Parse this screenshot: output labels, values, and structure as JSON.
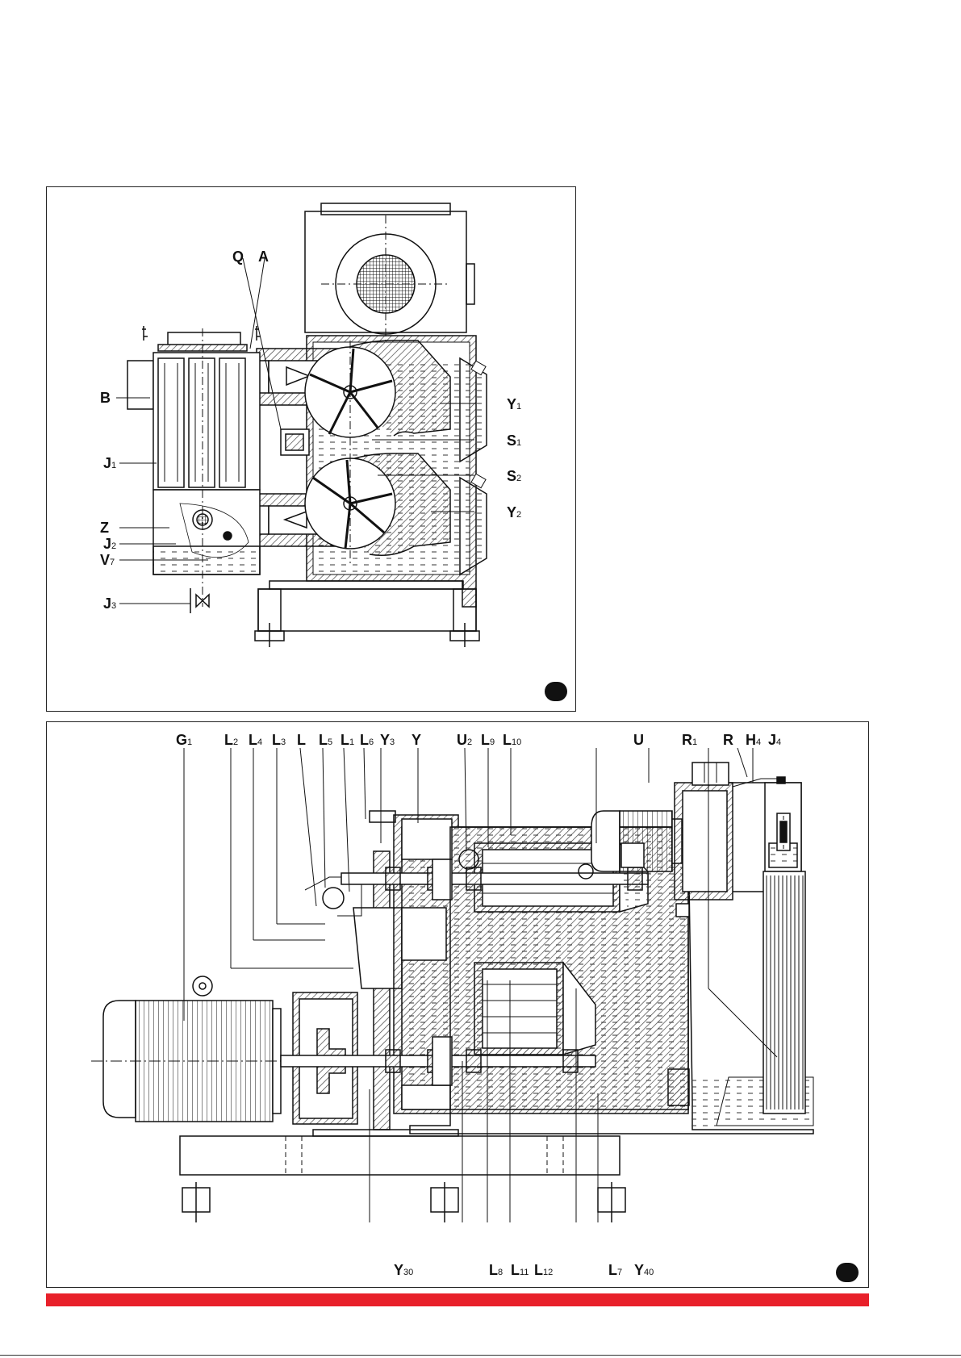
{
  "figures": [
    {
      "id": "top",
      "labels": [
        {
          "key": "Q",
          "letter": "Q",
          "sub": ""
        },
        {
          "key": "A",
          "letter": "A",
          "sub": ""
        },
        {
          "key": "B",
          "letter": "B",
          "sub": ""
        },
        {
          "key": "J1",
          "letter": "J",
          "sub": "1"
        },
        {
          "key": "Z",
          "letter": "Z",
          "sub": ""
        },
        {
          "key": "J2",
          "letter": "J",
          "sub": "2"
        },
        {
          "key": "V7",
          "letter": "V",
          "sub": "7"
        },
        {
          "key": "J3",
          "letter": "J",
          "sub": "3"
        },
        {
          "key": "Y1",
          "letter": "Y",
          "sub": "1"
        },
        {
          "key": "S1",
          "letter": "S",
          "sub": "1"
        },
        {
          "key": "S2",
          "letter": "S",
          "sub": "2"
        },
        {
          "key": "Y2",
          "letter": "Y",
          "sub": "2"
        }
      ]
    },
    {
      "id": "bottom",
      "labels": [
        {
          "key": "G1",
          "letter": "G",
          "sub": "1"
        },
        {
          "key": "L2",
          "letter": "L",
          "sub": "2"
        },
        {
          "key": "L4",
          "letter": "L",
          "sub": "4"
        },
        {
          "key": "L3",
          "letter": "L",
          "sub": "3"
        },
        {
          "key": "L",
          "letter": "L",
          "sub": ""
        },
        {
          "key": "L5",
          "letter": "L",
          "sub": "5"
        },
        {
          "key": "L1",
          "letter": "L",
          "sub": "1"
        },
        {
          "key": "L6",
          "letter": "L",
          "sub": "6"
        },
        {
          "key": "Y3",
          "letter": "Y",
          "sub": "3"
        },
        {
          "key": "Y",
          "letter": "Y",
          "sub": ""
        },
        {
          "key": "U2",
          "letter": "U",
          "sub": "2"
        },
        {
          "key": "L9",
          "letter": "L",
          "sub": "9"
        },
        {
          "key": "L10",
          "letter": "L",
          "sub": "10"
        },
        {
          "key": "U",
          "letter": "U",
          "sub": ""
        },
        {
          "key": "R1",
          "letter": "R",
          "sub": "1"
        },
        {
          "key": "R",
          "letter": "R",
          "sub": ""
        },
        {
          "key": "H4",
          "letter": "H",
          "sub": "4"
        },
        {
          "key": "J4",
          "letter": "J",
          "sub": "4"
        },
        {
          "key": "Y30",
          "letter": "Y",
          "sub": "30"
        },
        {
          "key": "L8",
          "letter": "L",
          "sub": "8"
        },
        {
          "key": "L11",
          "letter": "L",
          "sub": "11"
        },
        {
          "key": "L12",
          "letter": "L",
          "sub": "12"
        },
        {
          "key": "L7",
          "letter": "L",
          "sub": "7"
        },
        {
          "key": "Y40",
          "letter": "Y",
          "sub": "40"
        }
      ]
    }
  ],
  "colors": {
    "accent_bar": "#e8202a",
    "line": "#1a1a1a",
    "hatch": "#555555",
    "oil": "#333333"
  }
}
